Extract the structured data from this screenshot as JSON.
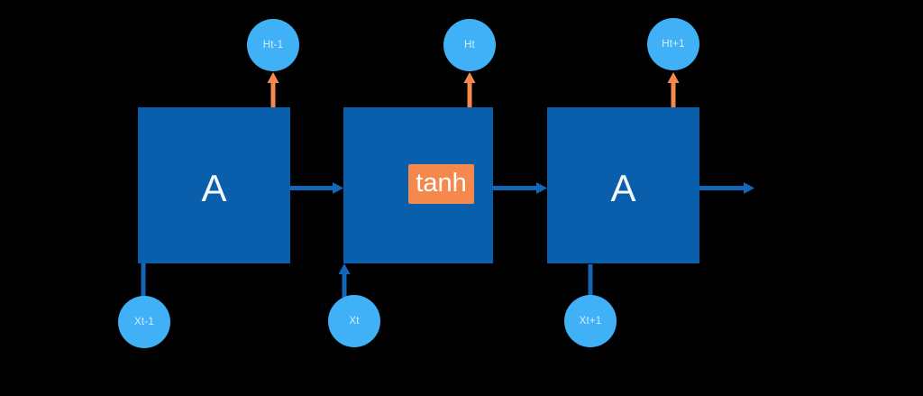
{
  "diagram": {
    "kind": "recurrent-neural-network-unrolled",
    "colors": {
      "background": "#000000",
      "block_fill": "#0A5FAC",
      "connector_blue": "#1366B8",
      "accent_orange": "#F5884C",
      "node_fill": "#40B1F7",
      "node_text": "#D8EDFD",
      "block_text": "#F6F9FC"
    },
    "cells": [
      {
        "label": "A"
      },
      {
        "label": ""
      },
      {
        "label": "A"
      }
    ],
    "activation": {
      "label": "tanh"
    },
    "hidden_states": [
      {
        "label": "Ht-1"
      },
      {
        "label": "Ht"
      },
      {
        "label": "Ht+1"
      }
    ],
    "inputs": [
      {
        "label": "Xt-1"
      },
      {
        "label": "Xt"
      },
      {
        "label": "Xt+1"
      }
    ],
    "icons": [
      "right-arrow-icon",
      "up-arrow-icon"
    ]
  }
}
